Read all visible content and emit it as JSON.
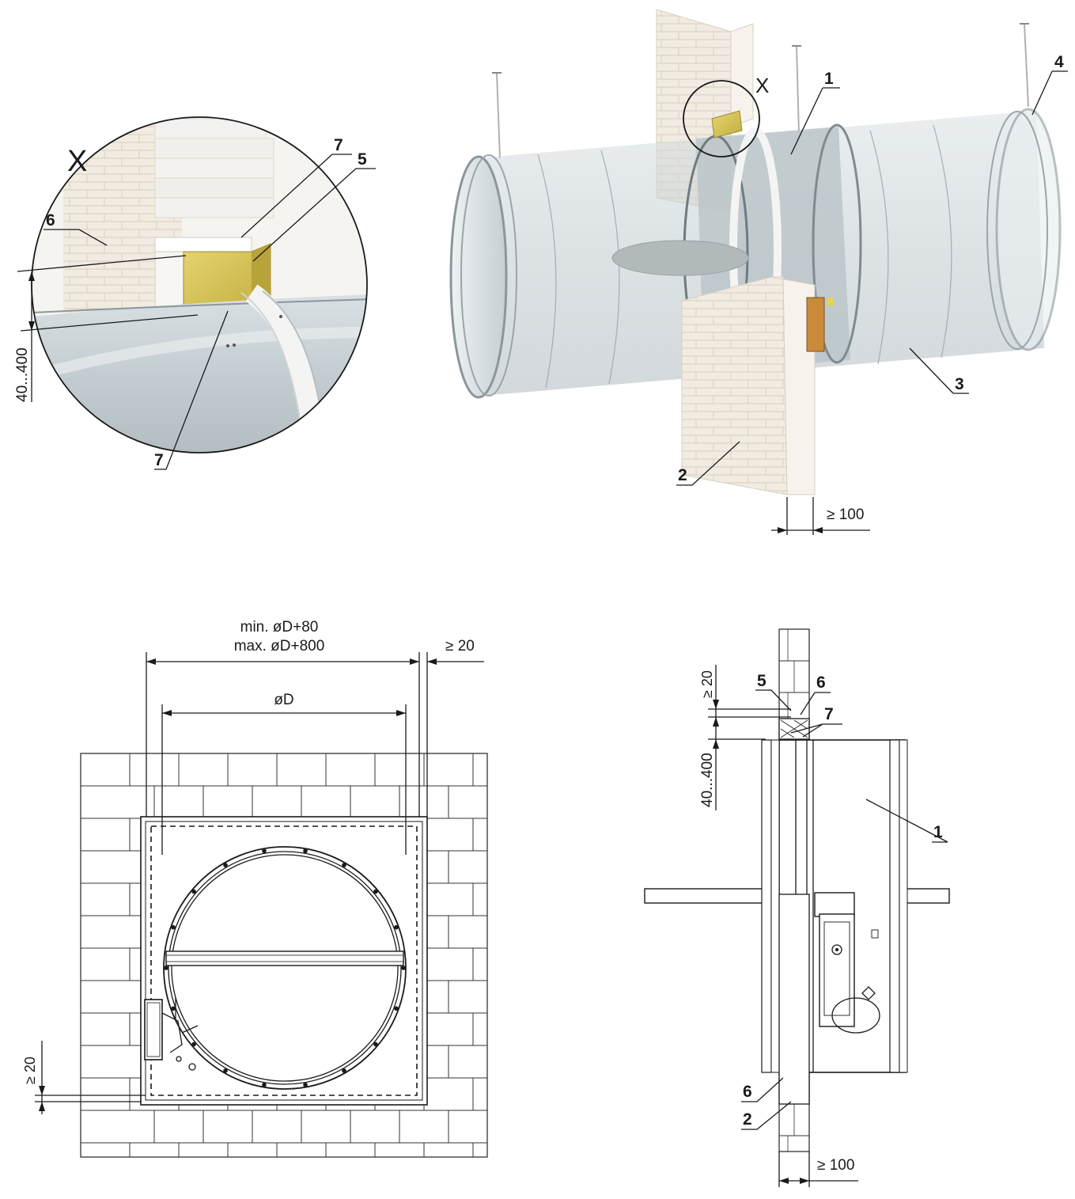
{
  "detail": {
    "title": "X",
    "labels": [
      "6",
      "7",
      "5",
      "7"
    ],
    "dimension": "40...400"
  },
  "iso": {
    "detail_marker": "X",
    "labels": [
      "1",
      "4",
      "3",
      "2"
    ],
    "dimension": "≥ 100"
  },
  "front": {
    "dim_min": "min. øD+80",
    "dim_max": "max. øD+800",
    "dim_gap_right": "≥ 20",
    "dim_diameter": "øD",
    "dim_gap_bottom": "≥ 20"
  },
  "side": {
    "dim_top_gap": "≥ 20",
    "dim_opening": "40...400",
    "labels": [
      "5",
      "6",
      "7",
      "1",
      "6",
      "2"
    ],
    "dimension_wall": "≥ 100"
  },
  "colors": {
    "duct": "#c9d2d6",
    "duct_edge": "#8a979c",
    "mineral_wool": "#d8c45a",
    "brick_wall": "#efe9df",
    "actuator": "#c98a3a"
  }
}
